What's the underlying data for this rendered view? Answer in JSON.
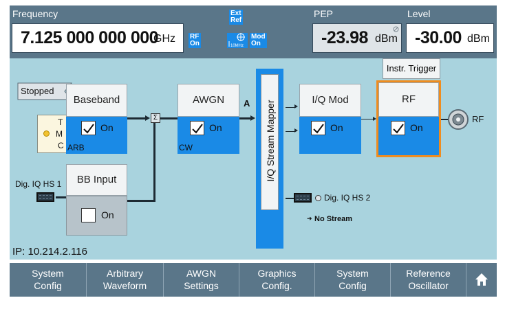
{
  "header": {
    "frequency_label": "Frequency",
    "frequency_value": "7.125 000 000 000",
    "frequency_unit": "GHz",
    "rf_on_tag": [
      "RF",
      "On"
    ],
    "ext_ref_tag": [
      "Ext",
      "Ref"
    ],
    "ref_icon_label": "10MHz",
    "mod_on_tag": [
      "Mod",
      "On"
    ],
    "pep_label": "PEP",
    "pep_value": "-23.98",
    "pep_unit": "dBm",
    "level_label": "Level",
    "level_value": "-30.00",
    "level_unit": "dBm"
  },
  "diagram": {
    "status_label": "Stopped",
    "tmc": [
      "T",
      "M",
      "C"
    ],
    "baseband": {
      "title": "Baseband",
      "state": "On",
      "sub": "ARB"
    },
    "bb_input": {
      "title": "BB Input",
      "state": "On"
    },
    "dig_iq_hs1": "Dig. IQ HS 1",
    "sum_symbol": "Σ",
    "awgn": {
      "title": "AWGN",
      "state": "On",
      "sub": "CW"
    },
    "path_label": "A",
    "stream_mapper": "I/Q Stream Mapper",
    "iq_mod": {
      "title": "I/Q Mod",
      "state": "On"
    },
    "instr_trigger": "Instr. Trigger",
    "rf": {
      "title": "RF",
      "state": "On"
    },
    "rf_out": "RF",
    "dig_iq_hs2": "Dig. IQ HS 2",
    "no_stream": "No Stream",
    "ip": "IP: 10.214.2.116"
  },
  "footer": {
    "buttons": [
      [
        "System",
        "Config"
      ],
      [
        "Arbitrary",
        "Waveform"
      ],
      [
        "AWGN",
        "Settings"
      ],
      [
        "Graphics",
        "Config."
      ],
      [
        "System",
        "Config"
      ],
      [
        "Reference",
        "Oscillator"
      ]
    ]
  },
  "colors": {
    "accent": "#1a8ae6",
    "panel": "#5a7689",
    "diagram_bg": "#a9d3de",
    "rf_highlight": "#f08c1e"
  }
}
